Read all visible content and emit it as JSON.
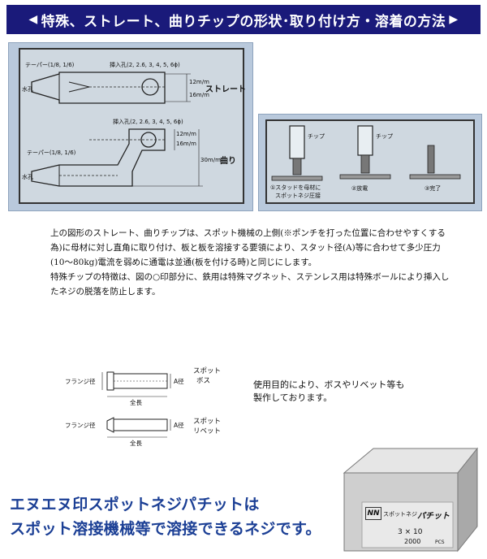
{
  "banner": {
    "left_arrow": "◀",
    "title": "特殊、ストレート、曲りチップの形状･取り付け方・溶着の方法",
    "right_arrow": "▶"
  },
  "diagram_left": {
    "taper_top": "テーパー(1/8, 1/6)",
    "water_hole_top": "水孔",
    "insert_hole_top": "挿入孔(2, 2.6, 3, 4, 5, 6ϕ)",
    "dim_12": "12m/m",
    "dim_16": "16m/m",
    "straight": "ストレート",
    "insert_hole_bottom": "挿入孔(2, 2.6, 3, 4, 5, 6ϕ)",
    "dim_12b": "12m/m",
    "dim_16b": "16m/m",
    "taper_bottom": "テーパー(1/8, 1/6)",
    "dim_30": "30m/m",
    "bent": "曲り",
    "water_hole_bottom": "水孔"
  },
  "diagram_right": {
    "chip_1": "チップ",
    "chip_2": "チップ",
    "step_1_line1": "①スタッドを母材に",
    "step_1_line2": "スポットネジ圧接",
    "step_2": "②放電",
    "step_3": "③完了"
  },
  "description": {
    "para1": "上の図形のストレート、曲りチップは、スポット機械の上側(※ポンチを打った位置に合わせやすくする為)に母材に対し直角に取り付け、板と板を溶接する要領により、スタット径(A)等に合わせて多少圧力(10〜80kg)電流を弱めに通電は並通(板を付ける時)と同じにします。",
    "para2": "特殊チップの特徴は、図の○印部分に、鉄用は特殊マグネット、ステンレス用は特殊ボールにより挿入したネジの脱落を防止します。"
  },
  "spot_diagrams": {
    "boss_flange": "フランジ径",
    "boss_a": "A径",
    "boss_length": "全長",
    "boss_name_1": "スポット",
    "boss_name_2": "ボス",
    "rivet_flange": "フランジ径",
    "rivet_a": "A径",
    "rivet_length": "全長",
    "rivet_name_1": "スポット",
    "rivet_name_2": "リベット"
  },
  "usage": {
    "line1": "使用目的により、ボスやリベット等も",
    "line2": "製作しております。"
  },
  "product_box": {
    "logo": "NN",
    "label": "スポットネジ",
    "name": "パチット",
    "size": "3 × 10",
    "qty": "2000",
    "code": "PCS"
  },
  "caption": {
    "line1": "エヌエヌ印スポットネジパチットは",
    "line2": "スポット溶接機械等で溶接できるネジです。"
  },
  "colors": {
    "banner_bg": "#1a1a7a",
    "panel_bg": "#b9c9dc",
    "caption": "#1b3f95"
  }
}
